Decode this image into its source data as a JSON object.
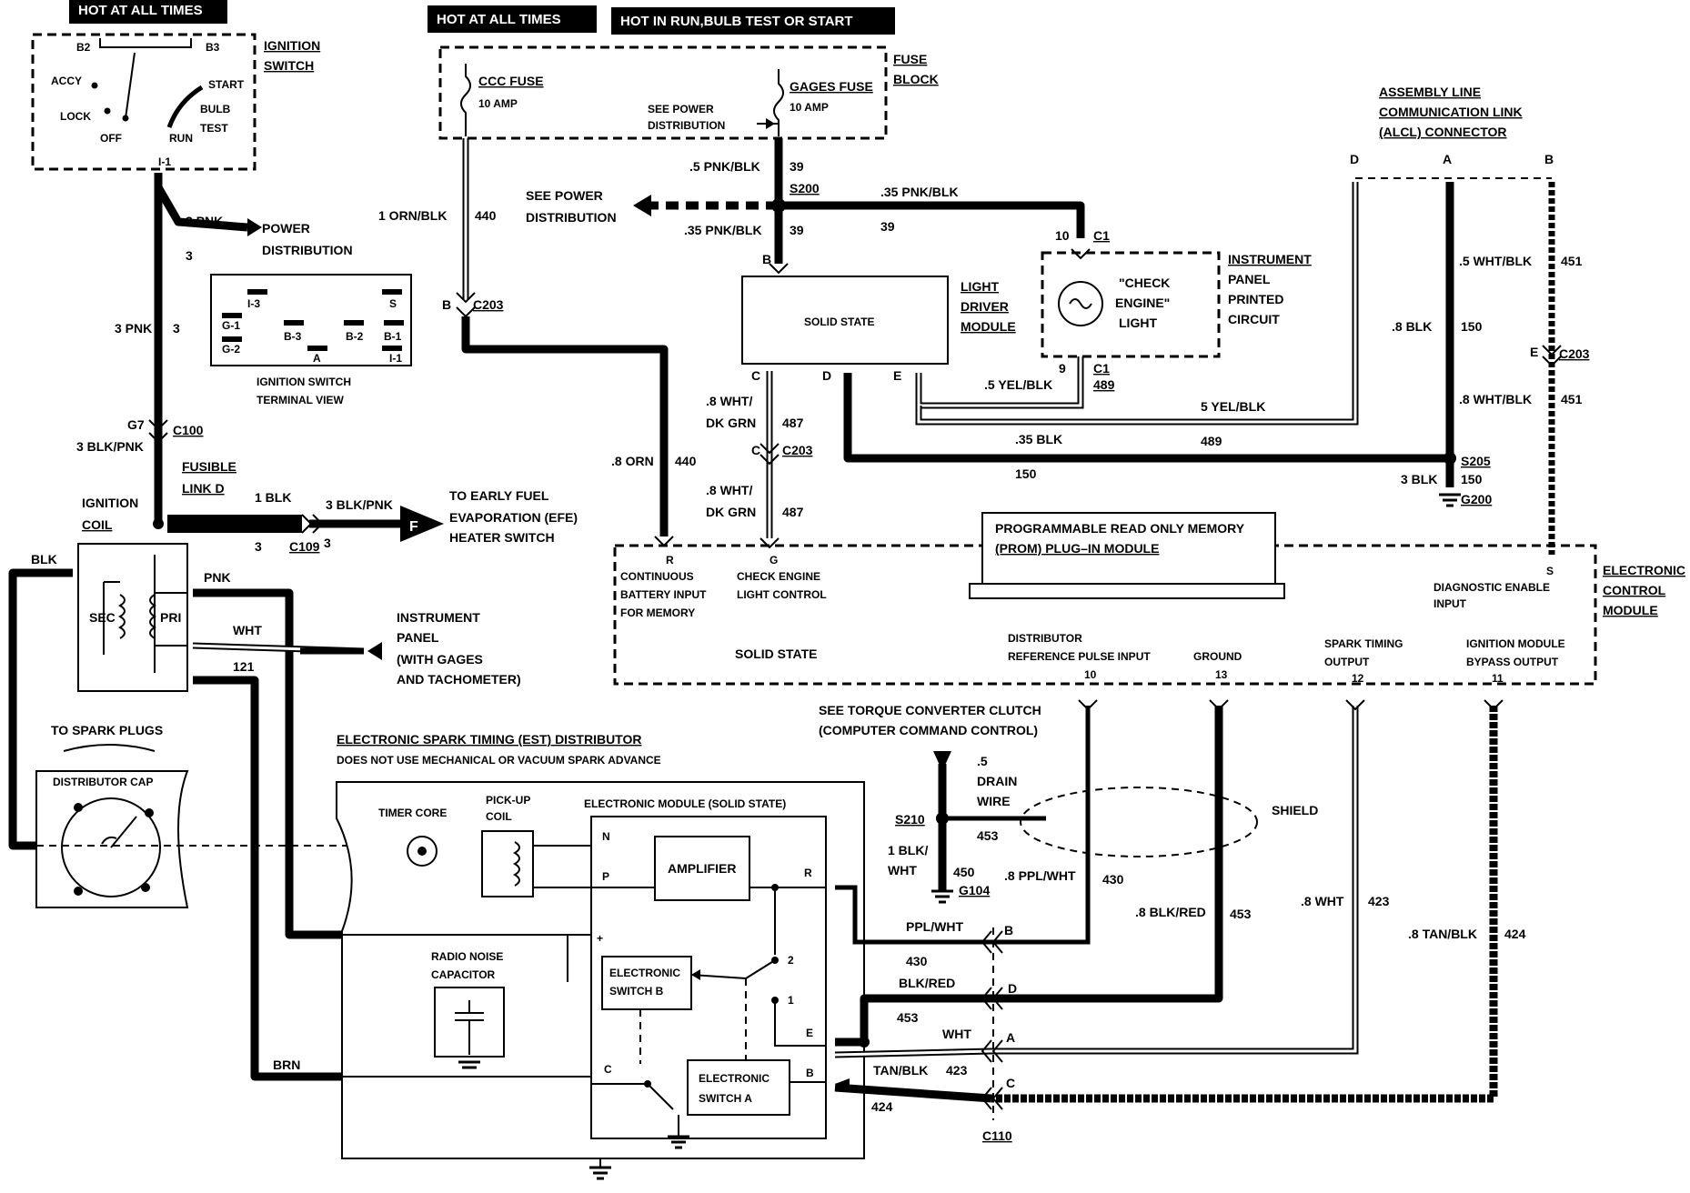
{
  "banners": {
    "hot_at_all_times_left": "HOT AT ALL TIMES",
    "hot_at_all_times_mid": "HOT AT ALL TIMES",
    "hot_in_run": "HOT IN RUN,BULB TEST OR START"
  },
  "ignition_switch": {
    "title_line1": "IGNITION",
    "title_line2": "SWITCH",
    "b2": "B2",
    "b3": "B3",
    "accy": "ACCY",
    "lock": "LOCK",
    "off": "OFF",
    "run": "RUN",
    "start": "START",
    "bulb": "BULB",
    "test": "TEST",
    "i1": "I-1",
    "terminal_view_line1": "IGNITION SWITCH",
    "terminal_view_line2": "TERMINAL VIEW",
    "terminals": [
      "I-3",
      "S",
      "G-1",
      "B-3",
      "B-2",
      "B-1",
      "G-2",
      "A",
      "I-1"
    ]
  },
  "fuse_block": {
    "title_line1": "FUSE",
    "title_line2": "BLOCK",
    "ccc_fuse": "CCC FUSE",
    "ccc_amp": "10 AMP",
    "gages_fuse": "GAGES FUSE",
    "gages_amp": "10 AMP",
    "see_power_line1": "SEE POWER",
    "see_power_line2": "DISTRIBUTION"
  },
  "wires": {
    "pnk_3": "3 PNK",
    "num_3": "3",
    "power_dist_line1": "POWER",
    "power_dist_line2": "DISTRIBUTION",
    "pnk_3b": "3 PNK",
    "num_3b": "3",
    "g7": "G7",
    "c100": "C100",
    "blk_pnk_3": "3 BLK/PNK",
    "fusible_line1": "FUSIBLE",
    "fusible_line2": "LINK D",
    "ign_coil_line1": "IGNITION",
    "ign_coil_line2": "COIL",
    "blk_1": "1 BLK",
    "blk_pnk_3b": "3 BLK/PNK",
    "num_3c": "3",
    "c109": "C109",
    "num_3d": "3",
    "efe_line1": "TO EARLY FUEL",
    "efe_line2": "EVAPORATION (EFE)",
    "efe_line3": "HEATER SWITCH",
    "efe_letter": "F",
    "orn_blk": "1 ORN/BLK",
    "num_440": "440",
    "see_power2_line1": "SEE POWER",
    "see_power2_line2": "DISTRIBUTION",
    "b_c203": "B",
    "c203": "C203",
    "pnk_blk_5": ".5 PNK/BLK",
    "num_39": "39",
    "s200": "S200",
    "pnk_blk_35": ".35 PNK/BLK",
    "num_39b": "39",
    "pnk_blk_35r": ".35 PNK/BLK",
    "num_39c": "39",
    "b_ldm": "B",
    "orn_8": ".8 ORN",
    "num_440b": "440",
    "wht_dkgrn_8_l1": ".8 WHT/",
    "wht_dkgrn_8_l2": "DK GRN",
    "num_487": "487",
    "c_c203": "C",
    "c203b": "C203",
    "wht_dkgrn_8b_l1": ".8 WHT/",
    "wht_dkgrn_8b_l2": "DK GRN",
    "num_487b": "487",
    "c_ldm": "C",
    "d_ldm": "D",
    "e_ldm": "E",
    "yel_blk_5": ".5 YEL/BLK",
    "yel_blk_5b": "5 YEL/BLK",
    "num_489": "489",
    "blk_35": ".35 BLK",
    "num_150": "150",
    "c1_10": "10",
    "c1_top": "C1",
    "c1_9": "9",
    "c1_bot": "C1",
    "num_489b": "489"
  },
  "ldm": {
    "title_line1": "LIGHT",
    "title_line2": "DRIVER",
    "title_line3": "MODULE",
    "body": "SOLID STATE"
  },
  "check_engine": {
    "text_line1": "\"CHECK",
    "text_line2": "ENGINE\"",
    "text_line3": "LIGHT",
    "ip_line1": "INSTRUMENT",
    "ip_line2": "PANEL",
    "ip_line3": "PRINTED",
    "ip_line4": "CIRCUIT"
  },
  "alcl": {
    "line1": "ASSEMBLY LINE",
    "line2": "COMMUNICATION LINK",
    "line3": "(ALCL) CONNECTOR",
    "d": "D",
    "a": "A",
    "b": "B",
    "wht_blk_5": ".5 WHT/BLK",
    "num_451": "451",
    "blk_8": ".8 BLK",
    "num_150": "150",
    "e_c203": "E",
    "c203": "C203",
    "wht_blk_8": ".8 WHT/BLK",
    "num_451b": "451",
    "s205": "S205",
    "blk_3": "3 BLK",
    "num_150b": "150",
    "g200": "G200"
  },
  "ecm": {
    "title_line1": "ELECTRONIC",
    "title_line2": "CONTROL",
    "title_line3": "MODULE",
    "prom_line1": "PROGRAMMABLE READ ONLY MEMORY",
    "prom_line2": "(PROM) PLUG–IN MODULE",
    "r": "R",
    "cont_line1": "CONTINUOUS",
    "cont_line2": "BATTERY INPUT",
    "cont_line3": "FOR MEMORY",
    "g": "G",
    "cel_line1": "CHECK ENGINE",
    "cel_line2": "LIGHT CONTROL",
    "s": "S",
    "diag_line1": "DIAGNOSTIC ENABLE",
    "diag_line2": "INPUT",
    "solid_state": "SOLID STATE",
    "dist_ref_line1": "DISTRIBUTOR",
    "dist_ref_line2": "REFERENCE PULSE INPUT",
    "pin_10": "10",
    "ground": "GROUND",
    "pin_13": "13",
    "st_line1": "SPARK TIMING",
    "st_line2": "OUTPUT",
    "pin_12": "12",
    "imb_line1": "IGNITION MODULE",
    "imb_line2": "BYPASS OUTPUT",
    "pin_11": "11"
  },
  "coil": {
    "blk": "BLK",
    "pnk": "PNK",
    "wht": "WHT",
    "num_121": "121",
    "sec": "SEC",
    "pri": "PRI",
    "ip_line1": "INSTRUMENT",
    "ip_line2": "PANEL",
    "ip_line3": "(WITH GAGES",
    "ip_line4": "AND TACHOMETER)"
  },
  "distributor": {
    "to_spark": "TO SPARK PLUGS",
    "cap": "DISTRIBUTOR CAP",
    "est_title": "ELECTRONIC SPARK TIMING (EST) DISTRIBUTOR",
    "est_sub": "DOES NOT USE MECHANICAL OR VACUUM SPARK ADVANCE",
    "timer_core": "TIMER CORE",
    "pickup_line1": "PICK-UP",
    "pickup_line2": "COIL",
    "em_title": "ELECTRONIC MODULE (SOLID STATE)",
    "amplifier": "AMPLIFIER",
    "n": "N",
    "p": "P",
    "plus": "+",
    "r": "R",
    "c": "C",
    "b": "B",
    "e": "E",
    "two": "2",
    "one": "1",
    "esw_b_line1": "ELECTRONIC",
    "esw_b_line2": "SWITCH B",
    "esw_a_line1": "ELECTRONIC",
    "esw_a_line2": "SWITCH A",
    "radio_line1": "RADIO NOISE",
    "radio_line2": "CAPACITOR",
    "brn": "BRN"
  },
  "tcc": {
    "line1": "SEE TORQUE CONVERTER CLUTCH",
    "line2": "(COMPUTER COMMAND CONTROL)",
    "drain_line1": ".5",
    "drain_line2": "DRAIN",
    "drain_line3": "WIRE",
    "shield": "SHIELD",
    "s210": "S210",
    "num_453": "453",
    "blk_wht_1_l1": "1 BLK/",
    "blk_wht_1_l2": "WHT",
    "num_450": "450",
    "g104": "G104",
    "ppl_wht_8": ".8 PPL/WHT",
    "num_430": "430",
    "blk_red_8": ".8 BLK/RED",
    "num_453b": "453",
    "wht_8": ".8 WHT",
    "num_423": "423",
    "tan_blk_8": ".8 TAN/BLK",
    "num_424": "424",
    "ppl_wht": "PPL/WHT",
    "conn_b": "B",
    "num_430b": "430",
    "blk_red": "BLK/RED",
    "conn_d": "D",
    "num_453c": "453",
    "wht": "WHT",
    "conn_a": "A",
    "tan_blk": "TAN/BLK",
    "num_423b": "423",
    "conn_c": "C",
    "num_424b": "424",
    "c110": "C110"
  }
}
